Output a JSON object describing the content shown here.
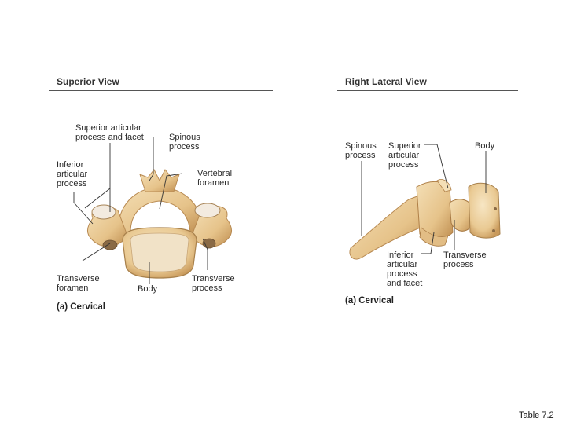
{
  "superior": {
    "title": "Superior View",
    "labels": {
      "superior_articular": "Superior articular\nprocess and facet",
      "spinous": "Spinous\nprocess",
      "inferior_articular": "Inferior\narticular\nprocess",
      "vertebral_foramen": "Vertebral\nforamen",
      "transverse_foramen": "Transverse\nforamen",
      "body": "Body",
      "transverse_process": "Transverse\nprocess"
    },
    "subcaption": "(a) Cervical"
  },
  "lateral": {
    "title": "Right Lateral View",
    "labels": {
      "spinous": "Spinous\nprocess",
      "superior_articular": "Superior\narticular\nprocess",
      "body": "Body",
      "inferior_articular": "Inferior\narticular\nprocess\nand facet",
      "transverse_process": "Transverse\nprocess"
    },
    "subcaption": "(a) Cervical"
  },
  "caption": "Table 7.2",
  "colors": {
    "bone": "#eccf9e",
    "bone_dark": "#c99a5c",
    "bone_light": "#f6e6c6",
    "leader": "#333333"
  }
}
